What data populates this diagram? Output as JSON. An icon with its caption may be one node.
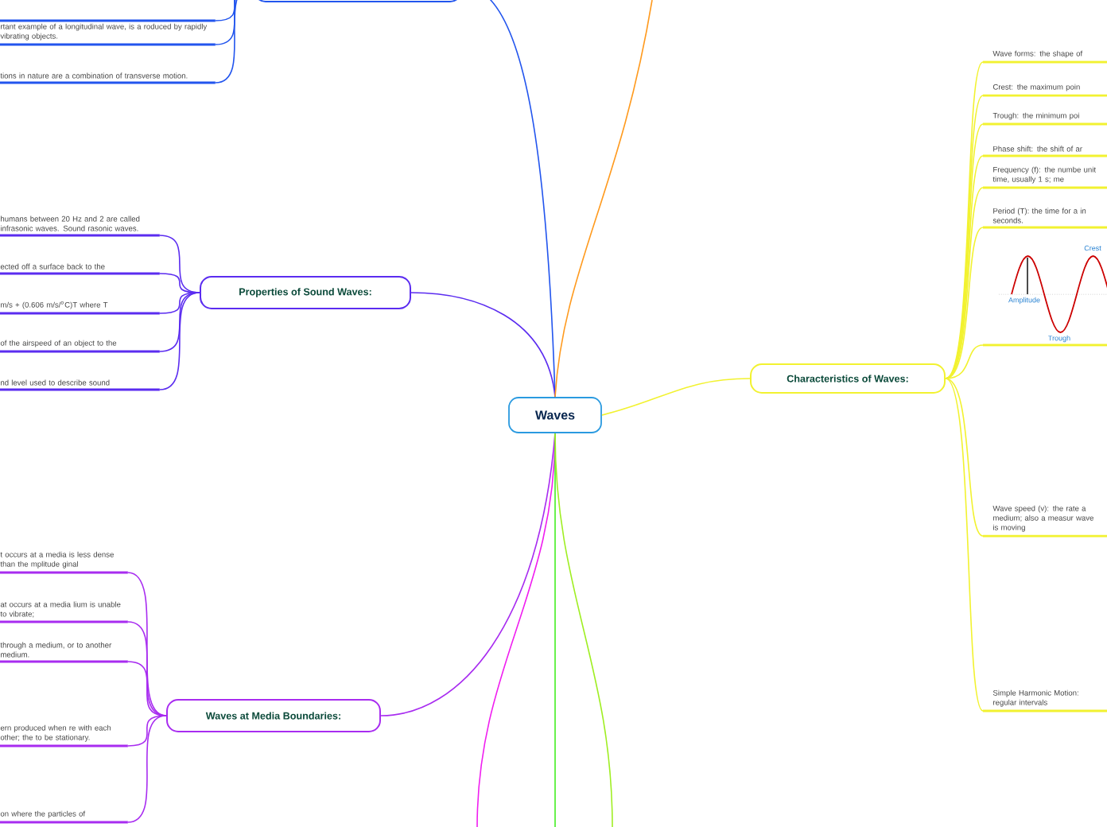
{
  "diagram": {
    "nodes": [
      {
        "text": [
          "Waves"
        ]
      },
      {
        "text": [],
        "shape": "box"
      },
      {
        "text": [],
        "shape": "bar"
      },
      {
        "text": [
          "rtant example of a longitudinal wave, is a roduced by rapidly vibrating objects."
        ]
      },
      {
        "text": [
          "tions in nature are a combination of transverse motion."
        ]
      },
      {
        "text": [
          "Properties of Sound Waves:"
        ]
      },
      {
        "text": [
          "humans between 20 Hz and 2 are called infrasonic waves. Sound rasonic waves."
        ]
      },
      {
        "text": [
          "ected off a surface back to the"
        ]
      },
      {
        "text": [
          "m/s + (0.606 m/s/$^{o}$C)T where T"
        ]
      },
      {
        "text": [
          "of the airspeed of an object to the"
        ]
      },
      {
        "text": [
          "nd level used to describe sound"
        ]
      },
      {
        "text": [
          "Waves at Media Boundaries:"
        ]
      },
      {
        "text": [
          "t occurs at a media is less dense than the mplitude ginal"
        ]
      },
      {
        "text": [
          "at occurs at a media lium is unable to vibrate;"
        ]
      },
      {
        "text": [
          "through a medium, or to another medium."
        ]
      },
      {
        "text": [
          "ern produced when re with each other; the to be stationary."
        ]
      },
      {
        "text": [
          "on where the particles of"
        ]
      },
      {
        "text": [
          "Characteristics of Waves:"
        ]
      },
      {
        "text": [
          "Wave forms: the shape of"
        ]
      },
      {
        "text": [
          "Crest: the maximum poin"
        ]
      },
      {
        "text": [
          "Trough: the minimum poi"
        ]
      },
      {
        "text": [
          "Phase shift: the shift of ar"
        ]
      },
      {
        "text": [
          "Frequency (f): the numbe unit time, usually 1 s; me"
        ]
      },
      {
        "text": [
          "Period (T): the time for a in seconds."
        ]
      },
      {
        "text": [],
        "shape": "picture"
      },
      {
        "text": [
          "Wave speed (v): the rate a medium; also a measur wave is moving"
        ]
      },
      {
        "text": [
          "Simple Harmonic Motion: regular intervals"
        ]
      }
    ],
    "edges": [
      {
        "from": 0,
        "to": 1,
        "arrow": "none",
        "color": "#2255ee"
      },
      {
        "from": 0,
        "to": 5,
        "arrow": "none",
        "color": "#5b2cf0"
      },
      {
        "from": 0,
        "to": 11,
        "arrow": "none",
        "color": "#a82cf0"
      },
      {
        "from": 0,
        "to": 17,
        "arrow": "none",
        "color": "#f2f230"
      },
      {
        "from": 0,
        "to": null,
        "arrow": "none",
        "color": "#ff9a1e"
      },
      {
        "from": 0,
        "to": null,
        "arrow": "none",
        "color": "#f01ef0"
      },
      {
        "from": 0,
        "to": null,
        "arrow": "none",
        "color": "#44ee22"
      },
      {
        "from": 0,
        "to": null,
        "arrow": "none",
        "color": "#9fee22"
      },
      {
        "from": 1,
        "to": 2,
        "arrow": "none",
        "color": "#2255ee"
      },
      {
        "from": 1,
        "to": 3,
        "arrow": "none",
        "color": "#2255ee"
      },
      {
        "from": 1,
        "to": 4,
        "arrow": "none",
        "color": "#2255ee"
      },
      {
        "from": 5,
        "to": 6,
        "arrow": "none",
        "color": "#5b2cf0"
      },
      {
        "from": 5,
        "to": 7,
        "arrow": "none",
        "color": "#5b2cf0"
      },
      {
        "from": 5,
        "to": 8,
        "arrow": "none",
        "color": "#5b2cf0"
      },
      {
        "from": 5,
        "to": 9,
        "arrow": "none",
        "color": "#5b2cf0"
      },
      {
        "from": 5,
        "to": 10,
        "arrow": "none",
        "color": "#5b2cf0"
      },
      {
        "from": 11,
        "to": 12,
        "arrow": "none",
        "color": "#a82cf0"
      },
      {
        "from": 11,
        "to": 13,
        "arrow": "none",
        "color": "#a82cf0"
      },
      {
        "from": 11,
        "to": 14,
        "arrow": "none",
        "color": "#a82cf0"
      },
      {
        "from": 11,
        "to": 15,
        "arrow": "none",
        "color": "#a82cf0"
      },
      {
        "from": 11,
        "to": 16,
        "arrow": "none",
        "color": "#a82cf0"
      },
      {
        "from": 17,
        "to": 18,
        "arrow": "none",
        "color": "#f2f230"
      },
      {
        "from": 17,
        "to": 19,
        "arrow": "none",
        "color": "#f2f230"
      },
      {
        "from": 17,
        "to": 20,
        "arrow": "none",
        "color": "#f2f230"
      },
      {
        "from": 17,
        "to": 21,
        "arrow": "none",
        "color": "#f2f230"
      },
      {
        "from": 17,
        "to": 22,
        "arrow": "none",
        "color": "#f2f230"
      },
      {
        "from": 17,
        "to": 23,
        "arrow": "none",
        "color": "#f2f230"
      },
      {
        "from": 17,
        "to": 24,
        "arrow": "none",
        "color": "#f2f230"
      },
      {
        "from": 17,
        "to": 25,
        "arrow": "none",
        "color": "#f2f230"
      },
      {
        "from": 17,
        "to": 26,
        "arrow": "none",
        "color": "#f2f230"
      }
    ],
    "labels": [
      "Crest",
      "Amplitude",
      "Trough"
    ]
  }
}
